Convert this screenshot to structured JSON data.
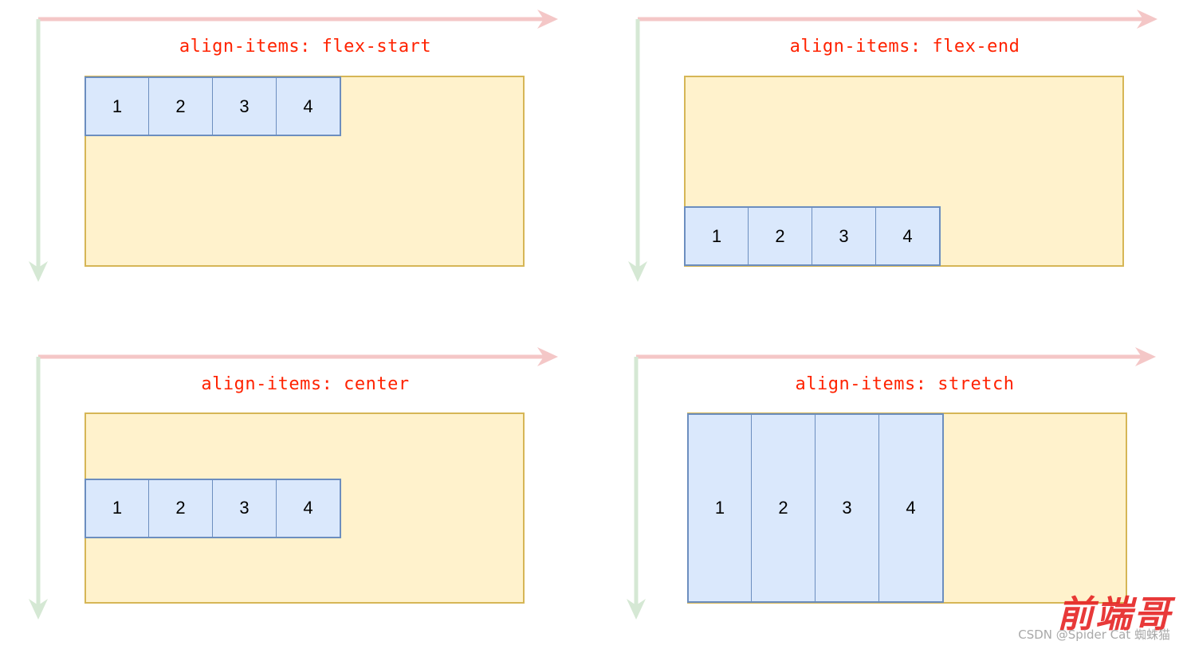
{
  "colors": {
    "title": "#ff2200",
    "main_axis": "#f4c7c7",
    "cross_axis": "#d5e8d4",
    "container_fill": "#fff2cc",
    "container_border": "#d6b656",
    "item_fill": "#dae8fc",
    "item_border": "#6c8ebf"
  },
  "panels": [
    {
      "title": "align-items: flex-start",
      "align": "flex-start",
      "items": [
        "1",
        "2",
        "3",
        "4"
      ]
    },
    {
      "title": "align-items: flex-end",
      "align": "flex-end",
      "items": [
        "1",
        "2",
        "3",
        "4"
      ]
    },
    {
      "title": "align-items: center",
      "align": "center",
      "items": [
        "1",
        "2",
        "3",
        "4"
      ]
    },
    {
      "title": "align-items: stretch",
      "align": "stretch",
      "items": [
        "1",
        "2",
        "3",
        "4"
      ]
    }
  ],
  "watermark": {
    "brand": "前端哥",
    "text": "CSDN @Spider Cat 蜘蛛猫"
  }
}
